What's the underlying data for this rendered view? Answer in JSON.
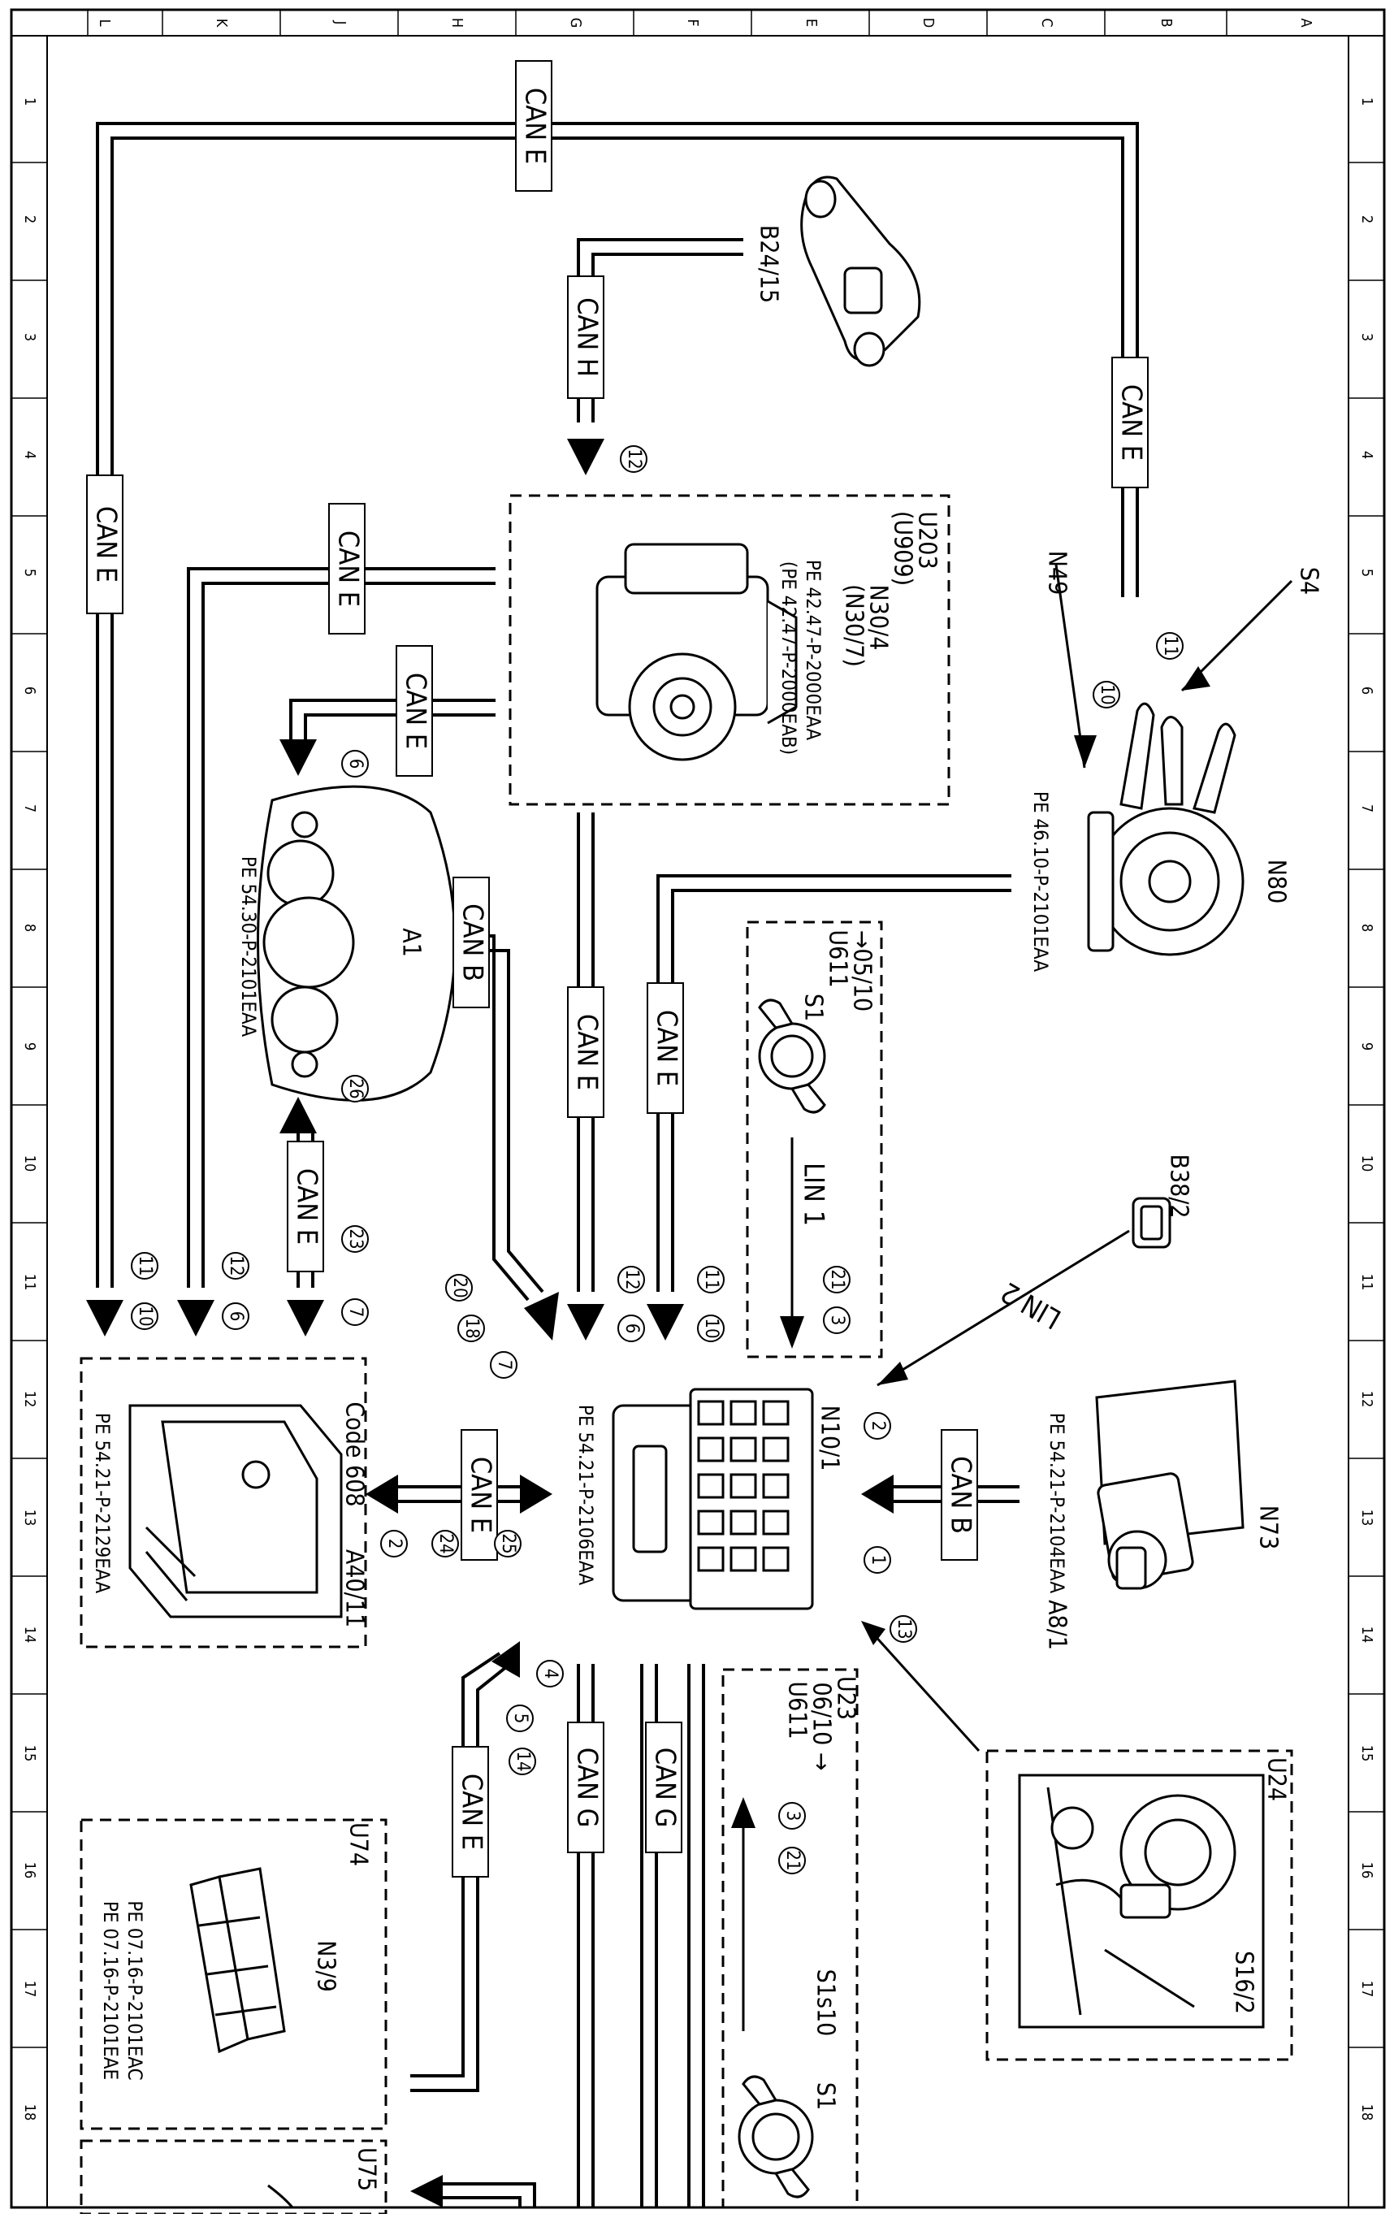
{
  "grid": {
    "columns": [
      "L",
      "K",
      "J",
      "H",
      "G",
      "F",
      "E",
      "D",
      "C",
      "B",
      "A"
    ],
    "rows": [
      "1",
      "2",
      "3",
      "4",
      "5",
      "6",
      "7",
      "8",
      "9",
      "10",
      "11",
      "12",
      "13",
      "14",
      "15",
      "16",
      "17",
      "18"
    ]
  },
  "bus_labels": {
    "can_e": "CAN E",
    "can_h": "CAN H",
    "can_b": "CAN B",
    "can_g": "CAN G",
    "lin_1": "LIN 1",
    "lin_2": "LIN 2"
  },
  "components": {
    "b24_15": "B24/15",
    "u203": "U203",
    "u909": "(U909)",
    "n30_4": "N30/4",
    "n30_7": "(N30/7)",
    "pe_n30_a": "PE 42.47-P-2000EAA",
    "pe_n30_b": "(PE 42.47-P-2000EAB)",
    "s4": "S4",
    "n49": "N49",
    "n80": "N80",
    "pe_n80": "PE 46.10-P-2101EAA",
    "a1": "A1",
    "pe_a1": "PE 54.30-P-2101EAA",
    "u611_top_ref": "→05/10",
    "u611_top": "U611",
    "s1_top": "S1",
    "b38_2": "B38/2",
    "n10_1": "N10/1",
    "pe_n10": "PE 54.21-P-2106EAA",
    "n73": "N73",
    "a8_1": "A8/1",
    "pe_n73": "PE 54.21-P-2104EAA",
    "code608": "Code 608",
    "a40_11": "A40/11",
    "pe_a40": "PE 54.21-P-2129EAA",
    "u23": "U23",
    "u611_bottom_ref": "06/10 →",
    "u611_bottom": "U611",
    "s1s10": "S1s10",
    "s1_bottom": "S1",
    "u24": "U24",
    "s16_2": "S16/2",
    "u74": "U74",
    "n3_9": "N3/9",
    "pe_n3_a": "PE 07.16-P-2101EAC",
    "pe_n3_b": "PE 07.16-P-2101EAE",
    "u75": "U75"
  },
  "pins": {
    "p12_top": "12",
    "p11_s4": "11",
    "p10_s4": "10",
    "p6_a1": "6",
    "p26": "26",
    "p23": "23",
    "p7_left": "7",
    "p11_left": "11",
    "p10_left": "10",
    "p12_left": "12",
    "p6_left": "6",
    "p20": "20",
    "p18": "18",
    "p7_mid": "7",
    "p12_mid": "12",
    "p6_mid": "6",
    "p11_mid": "11",
    "p10_mid": "10",
    "p21_top": "21",
    "p3_top": "3",
    "p2_right": "2",
    "p1_right": "1",
    "p13_right": "13",
    "p2_left": "2",
    "p24": "24",
    "p25": "25",
    "p4": "4",
    "p5": "5",
    "p14": "14",
    "p3_bottom": "3",
    "p21_bottom": "21"
  }
}
